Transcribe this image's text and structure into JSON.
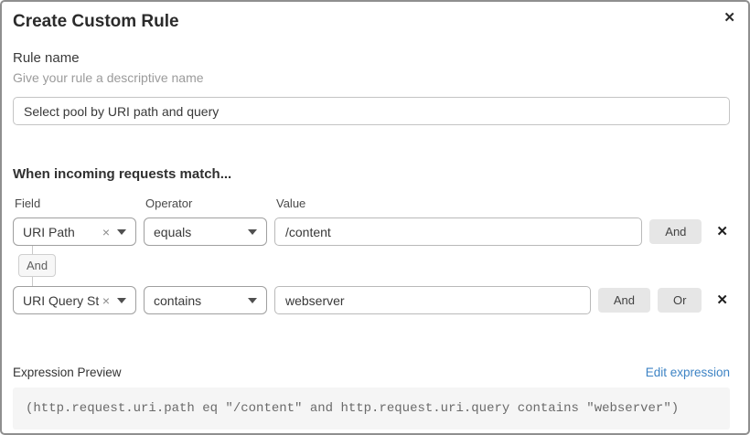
{
  "dialog": {
    "title": "Create Custom Rule"
  },
  "icons": {
    "close": "✕",
    "remove_row": "✕",
    "clear_selection": "×",
    "dropdown_caret": "chevron-down"
  },
  "rule_name": {
    "label": "Rule name",
    "description": "Give your rule a descriptive name",
    "value": "Select pool by URI path and query"
  },
  "match": {
    "heading": "When incoming requests match...",
    "columns": {
      "field": "Field",
      "operator": "Operator",
      "value": "Value"
    },
    "connector": "And",
    "rows": [
      {
        "field": "URI Path",
        "operator": "equals",
        "value": "/content",
        "and_label": "And"
      },
      {
        "field": "URI Query St...",
        "operator": "contains",
        "value": "webserver",
        "and_label": "And",
        "or_label": "Or"
      }
    ]
  },
  "expression": {
    "label": "Expression Preview",
    "edit_link": "Edit expression",
    "code": "(http.request.uri.path eq \"/content\" and http.request.uri.query contains \"webserver\")"
  },
  "colors": {
    "link_blue": "#3d83c4",
    "button_gray": "#e6e6e6",
    "code_background": "#f5f5f5",
    "border_gray": "#9f9f9f"
  }
}
